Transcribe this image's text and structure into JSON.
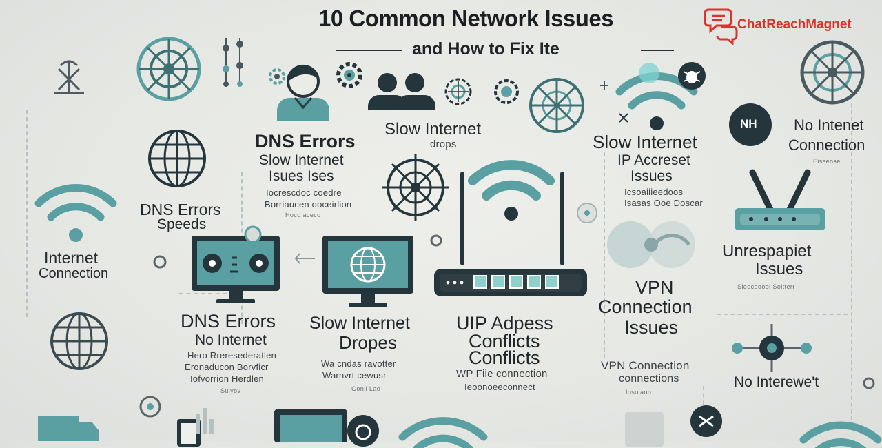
{
  "header": {
    "title": "10 Common Network Issues",
    "subtitle": "and How to Fix Ite",
    "brand": "ChatReachMagnet"
  },
  "colors": {
    "teal": "#5a9fa1",
    "dark": "#25353c",
    "brand_red": "#e2302c",
    "background": "#e8eae6"
  },
  "labels": {
    "dns_errors_1": "DNS Errors",
    "slow_internet_issues_1": "Slow Internet",
    "slow_internet_issues_2": "Isues Ises",
    "fine_1": "Iocrescdoc coedre",
    "fine_2": "Borriaucen ooceirlion",
    "fine_3": "Hoco aceco",
    "slow_internet_drops_1": "Slow Internet",
    "slow_internet_drops_2": "drops",
    "slow_internet_ip_1": "Slow Internet",
    "slow_internet_ip_2": "IP Accreset",
    "slow_internet_ip_3": "Issues",
    "fine_4": "Icsoaiiieedoos",
    "fine_5": "Isasas Ooe Doscar",
    "no_internet_connection_1": "No Intenet",
    "no_internet_connection_2": "Connection",
    "fine_6": "Eisseose",
    "dns_errors_speeds_1": "DNS Errors",
    "dns_errors_speeds_2": "Speeds",
    "internet_connection_1": "Internet",
    "internet_connection_2": "Connection",
    "unrespapiet_1": "Unrespapiet",
    "unrespapiet_2": "Issues",
    "fine_7": "Sioocooooi Soitterr",
    "vpn_1": "VPN",
    "vpn_2": "Connection",
    "vpn_3": "Issues",
    "dns_no_internet_1": "DNS Errors",
    "dns_no_internet_2": "No Internet",
    "fine_8": "Hero Rreresederatlen",
    "fine_9": "Eronaducon Borvficr",
    "fine_10": "Iofvorrion Herdlen",
    "fine_11": "Suiyov",
    "slow_internet_dropes_1": "Slow Internet",
    "slow_internet_dropes_2": "Dropes",
    "fine_12": "Wa cndas ravotter",
    "fine_13": "Warnvrt cewusr",
    "fine_14": "Gonii Lao",
    "uip_1": "UIP Adpess",
    "uip_2": "Conflicts",
    "uip_3": "Conflicts",
    "wp_fiie": "WP Fiie connection",
    "fine_15": "Ieoonoeeconnect",
    "vpn_connections_1": "VPN Connection",
    "vpn_connections_2": "connections",
    "fine_16": "Iosoiaoo",
    "no_interewet": "No Interewe't",
    "badge_nh": "NH"
  }
}
